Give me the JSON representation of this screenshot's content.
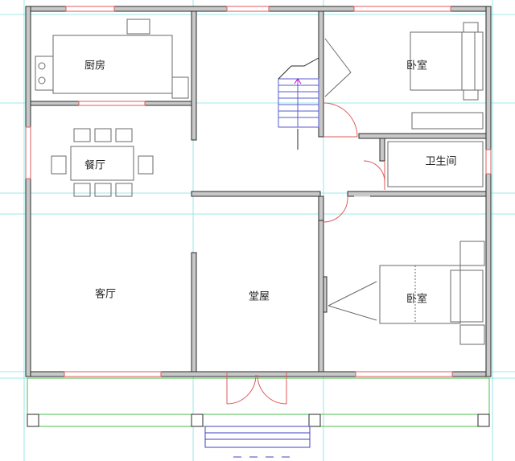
{
  "rooms": {
    "kitchen": "厨房",
    "dining": "餐厅",
    "living": "客厅",
    "hall": "堂屋",
    "bedroom_top": "卧室",
    "bathroom": "卫生间",
    "bedroom_bottom": "卧室"
  },
  "colors": {
    "wall_fill": "#c8c8c8",
    "wall_line": "#2a2a2a",
    "window": "#e05a5a",
    "door_swing": "#e05a5a",
    "grid_line": "#7fe0e0",
    "furniture": "#6a6a6a",
    "stair": "#5a5acc",
    "terrace": "#4cbf4c",
    "steps": "#4040c0"
  }
}
